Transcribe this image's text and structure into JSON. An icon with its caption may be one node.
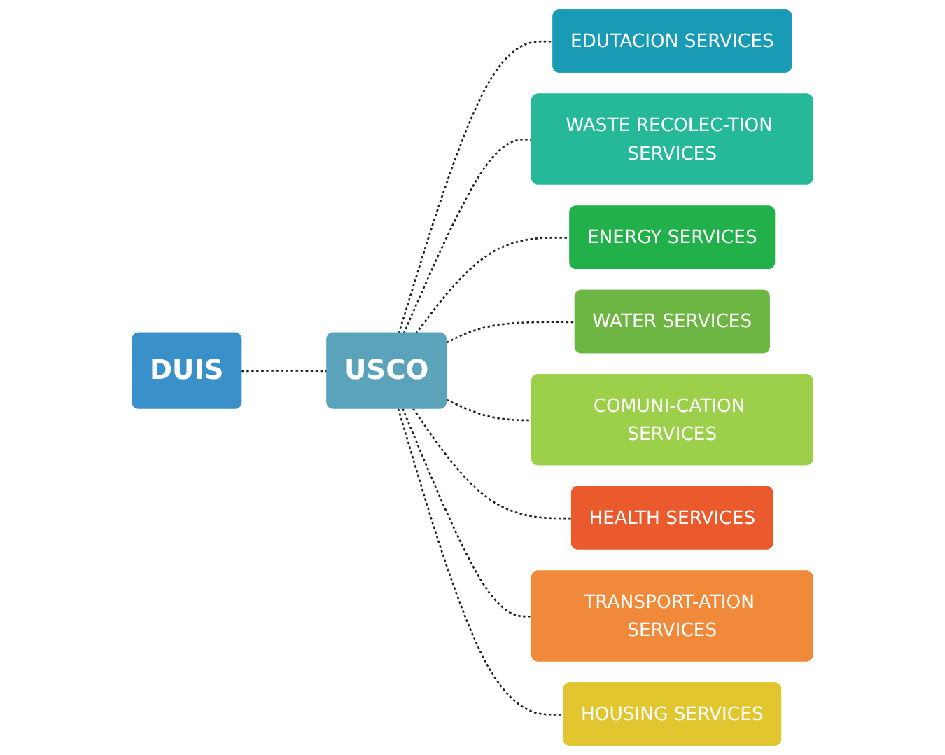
{
  "diagram": {
    "nodes": [
      {
        "text": [
          "EDUTACION SERVICES"
        ]
      },
      {
        "text": [
          "WASTE RECOLEC-TION SERVICES"
        ]
      },
      {
        "text": [
          "ENERGY SERVICES"
        ]
      },
      {
        "text": [
          "DUIS"
        ]
      },
      {
        "text": [
          "USCO"
        ]
      },
      {
        "text": [
          "WATER SERVICES"
        ]
      },
      {
        "text": [
          "COMUNI-CATION SERVICES"
        ]
      },
      {
        "text": [
          "HEALTH SERVICES"
        ]
      },
      {
        "text": [
          "TRANSPORT-ATION SERVICES"
        ]
      },
      {
        "text": [
          "HOUSING SERVICES"
        ]
      }
    ],
    "edges": [
      {
        "from": 3,
        "to": 4,
        "arrow": "none",
        "style": "dashed"
      },
      {
        "from": 4,
        "to": 0,
        "arrow": "none",
        "style": "dashed"
      },
      {
        "from": 4,
        "to": 1,
        "arrow": "none",
        "style": "dashed"
      },
      {
        "from": 4,
        "to": 2,
        "arrow": "none",
        "style": "dashed"
      },
      {
        "from": 4,
        "to": 5,
        "arrow": "none",
        "style": "dashed"
      },
      {
        "from": 4,
        "to": 6,
        "arrow": "none",
        "style": "dashed"
      },
      {
        "from": 4,
        "to": 7,
        "arrow": "none",
        "style": "dashed"
      },
      {
        "from": 4,
        "to": 8,
        "arrow": "none",
        "style": "dashed"
      },
      {
        "from": 4,
        "to": 9,
        "arrow": "none",
        "style": "dashed"
      }
    ]
  }
}
